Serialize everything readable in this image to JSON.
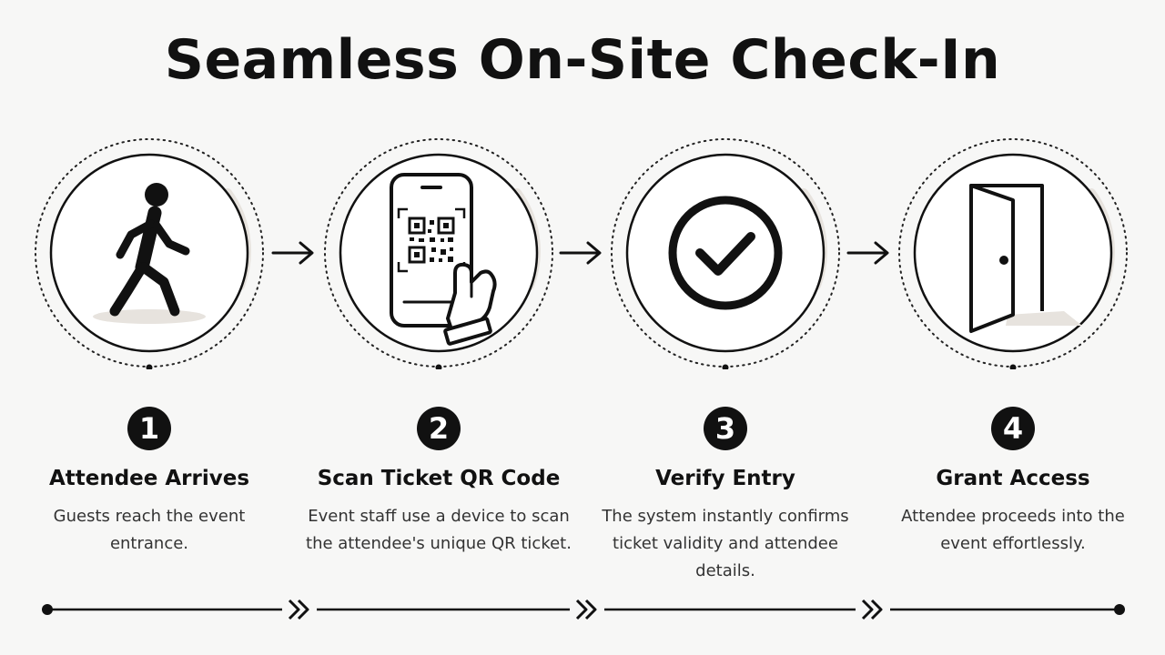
{
  "title": "Seamless On-Site Check-In",
  "steps": [
    {
      "number": "1",
      "label": "Attendee Arrives",
      "description": "Guests reach the event entrance.",
      "icon": "walking-person-icon"
    },
    {
      "number": "2",
      "label": "Scan Ticket QR Code",
      "description": "Event staff use a device to scan the attendee's unique QR ticket.",
      "icon": "phone-qr-scan-icon"
    },
    {
      "number": "3",
      "label": "Verify Entry",
      "description": "The system instantly confirms ticket validity and attendee details.",
      "icon": "checkmark-icon"
    },
    {
      "number": "4",
      "label": "Grant Access",
      "description": "Attendee proceeds into the event effortlessly.",
      "icon": "open-door-icon"
    }
  ],
  "colors": {
    "background": "#f7f7f6",
    "ink": "#111111",
    "shadow": "#e7e3de"
  }
}
